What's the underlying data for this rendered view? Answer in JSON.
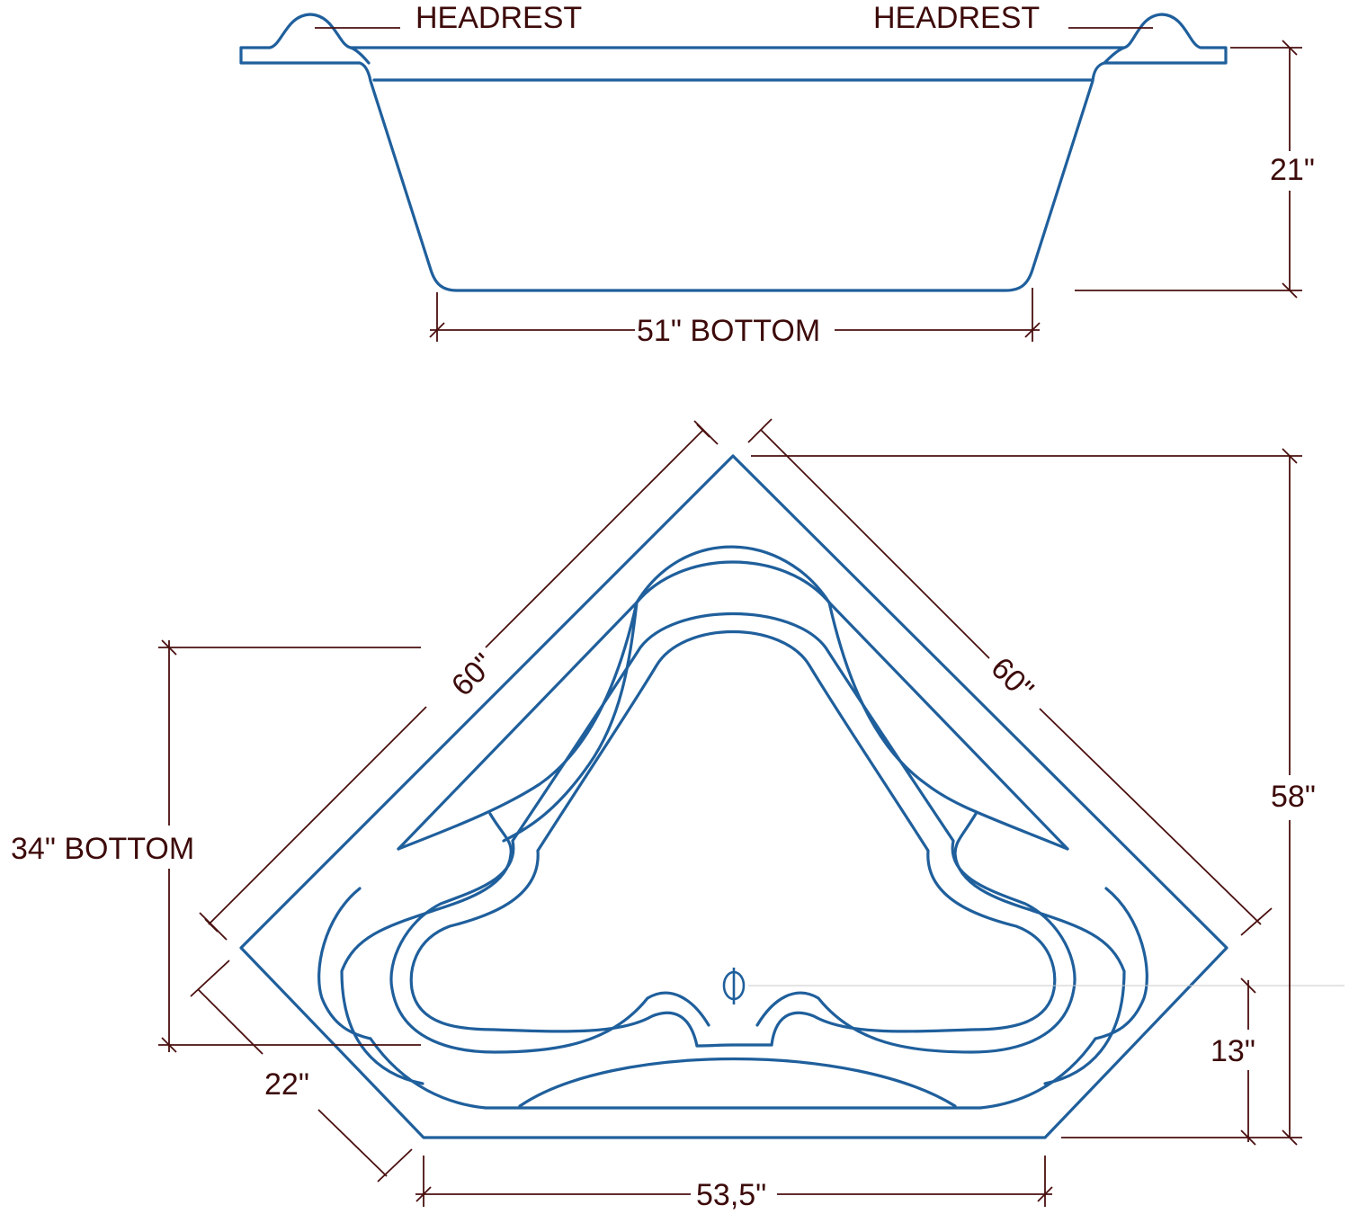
{
  "labels": {
    "headrest_left": "HEADREST",
    "headrest_right": "HEADREST",
    "depth": "21\"",
    "bottom_length": "51\" BOTTOM",
    "side_left": "60\"",
    "side_right": "60\"",
    "height_total": "58\"",
    "bottom_depth": "34\" BOTTOM",
    "corner_edge": "22\"",
    "front_edge": "53,5\"",
    "drain_offset": "13\""
  },
  "colors": {
    "outline": "#1f5f9c",
    "dimension": "#4a0f0f",
    "text": "#3d0a0a"
  }
}
